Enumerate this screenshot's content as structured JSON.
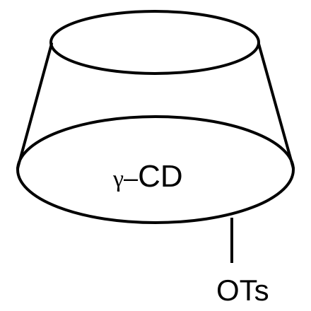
{
  "molecule": {
    "greek_prefix": "γ",
    "dash": "–",
    "name": "CD",
    "substituent": "OTs"
  }
}
